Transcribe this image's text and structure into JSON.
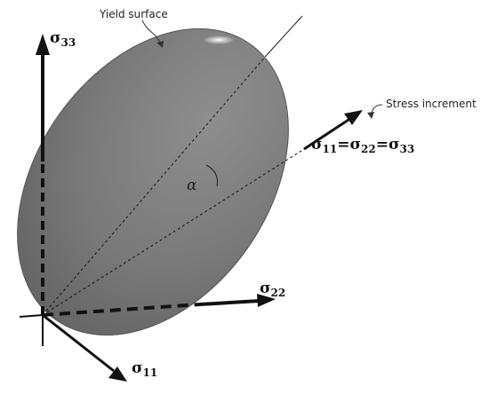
{
  "labels": {
    "yield_surface": "Yield surface",
    "stress_increment": "Stress increment",
    "alpha": "α",
    "sigma": "σ",
    "eq": "="
  },
  "axes": {
    "s33_sub": "33",
    "s22_sub": "22",
    "s11_sub": "11"
  },
  "hydrostatic": {
    "a_sub": "11",
    "b_sub": "22",
    "c_sub": "33"
  },
  "colors": {
    "surface_gray": "#7d7d7d",
    "axis": "#111111",
    "background": "#ffffff"
  },
  "icons": [
    "arrow-head-icon",
    "curved-pointer-icon"
  ]
}
